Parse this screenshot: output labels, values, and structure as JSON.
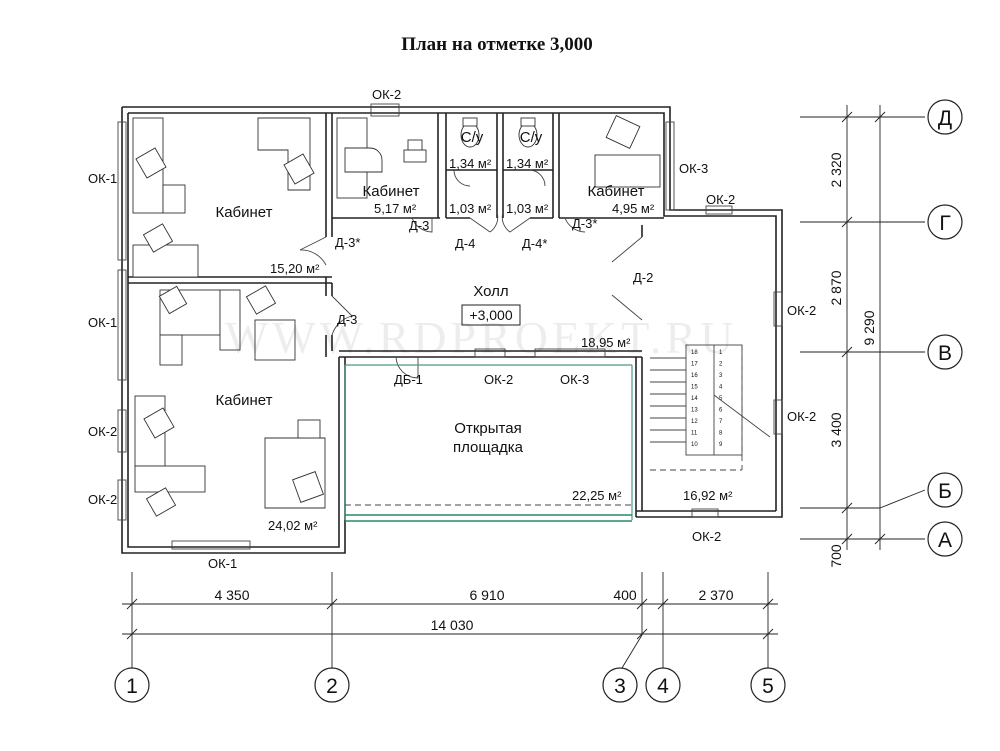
{
  "title": "План на отметке 3,000",
  "rooms": {
    "office_top_left": {
      "name": "Кабинет",
      "area": "15,20 м²"
    },
    "office_mid": {
      "name": "Кабинет",
      "area": "5,17 м²"
    },
    "office_right": {
      "name": "Кабинет",
      "area": "4,95 м²"
    },
    "office_bottom_left": {
      "name": "Кабинет",
      "area": "24,02 м²"
    },
    "wc_left": {
      "name": "С/у",
      "area": "1,34 м²"
    },
    "wc_right": {
      "name": "С/у",
      "area": "1,34 м²"
    },
    "vest_left": {
      "area": "1,03 м²"
    },
    "vest_right": {
      "area": "1,03 м²"
    },
    "hall": {
      "name": "Холл",
      "level": "+3,000",
      "area": "18,95 м²"
    },
    "terrace": {
      "name_line1": "Открытая",
      "name_line2": "площадка",
      "area": "22,25 м²"
    },
    "stair": {
      "area": "16,92 м²"
    }
  },
  "doors": {
    "d3star_left": "Д-3*",
    "d3_mid": "Д-3",
    "d3_left_lower": "Д-3",
    "d4": "Д-4",
    "d4star": "Д-4*",
    "d3star_right": "Д-3*",
    "d2": "Д-2",
    "db1": "ДБ-1"
  },
  "windows": {
    "ok2_top": "ОК-2",
    "ok1_left_top": "ОК-1",
    "ok1_left_mid": "ОК-1",
    "ok2_left_a": "ОК-2",
    "ok2_left_b": "ОК-2",
    "ok1_bottom": "ОК-1",
    "ok3_top": "ОК-3",
    "ok2_right_top": "ОК-2",
    "ok2_right_a": "ОК-2",
    "ok2_right_b": "ОК-2",
    "ok2_bottom_right": "ОК-2",
    "ok2_terrace": "ОК-2",
    "ok3_terrace": "ОК-3"
  },
  "stair_steps_left": [
    "18",
    "17",
    "16",
    "15",
    "14",
    "13",
    "12",
    "11",
    "10"
  ],
  "stair_steps_right": [
    "1",
    "2",
    "3",
    "4",
    "5",
    "6",
    "7",
    "8",
    "9"
  ],
  "dims_horizontal": {
    "d1": "4 350",
    "d2": "6 910",
    "d3": "400",
    "d4": "2 370",
    "total": "14 030"
  },
  "dims_vertical": {
    "d1": "2 320",
    "d2": "2 870",
    "d3": "3 400",
    "d4": "700",
    "total": "9 290"
  },
  "axes_vertical": [
    "1",
    "2",
    "3",
    "4",
    "5"
  ],
  "axes_horizontal": [
    "Д",
    "Г",
    "В",
    "Б",
    "А"
  ],
  "watermark": "WWW.RDPROEKT.RU"
}
